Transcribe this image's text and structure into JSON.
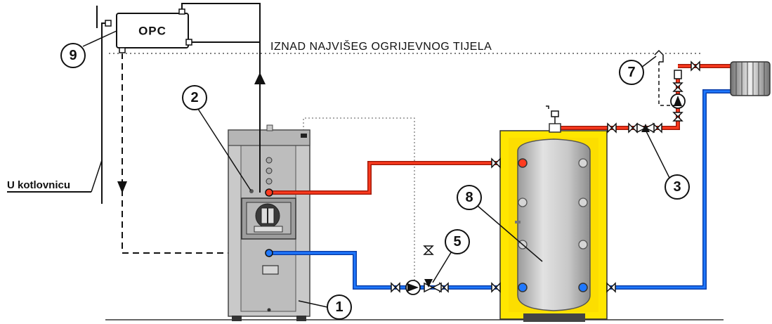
{
  "labels": {
    "opc": "OPC",
    "caption_top": "IZNAD NAJVIŠEG OGRIJEVNOG TIJELA",
    "kotlovnica": "U kotlovnicu"
  },
  "callouts": [
    "1",
    "2",
    "3",
    "5",
    "7",
    "8",
    "9"
  ],
  "colors": {
    "supply_pipe": "#ff3b1f",
    "return_pipe": "#1f78ff",
    "boiler_body": "#c9c9c9",
    "tank_insulation": "#ffe600",
    "tank_body": "#bfbfbf"
  }
}
